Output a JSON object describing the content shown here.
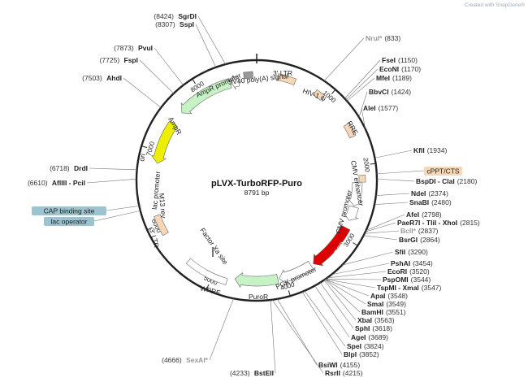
{
  "credit": "Created with SnapGene®",
  "plasmid": {
    "name": "pLVX-TurboRFP-Puro",
    "size": "8791 bp",
    "length": 8791
  },
  "ring_ticks": [
    {
      "pos": 1000,
      "label": "1000"
    },
    {
      "pos": 2000,
      "label": "2000"
    },
    {
      "pos": 3000,
      "label": "3000"
    },
    {
      "pos": 4000,
      "label": "4000"
    },
    {
      "pos": 5000,
      "label": "5000"
    },
    {
      "pos": 6000,
      "label": "6000"
    },
    {
      "pos": 7000,
      "label": "7000"
    },
    {
      "pos": 8000,
      "label": "8000"
    }
  ],
  "features": [
    {
      "name": "3' LTR",
      "start": 280,
      "end": 520,
      "color": "#f7d7b5",
      "dir": 0
    },
    {
      "name": "HIV-1 ψ",
      "start": 820,
      "end": 940,
      "color": "#f7d7b5",
      "dir": 0
    },
    {
      "name": "RRE",
      "start": 1420,
      "end": 1600,
      "color": "#f7d7b5",
      "dir": 0
    },
    {
      "name": "cPPT/CTS",
      "start": 2130,
      "end": 2220,
      "color": "#f7d7b5",
      "dir": 0
    },
    {
      "name": "CMV enhancer",
      "start": 2230,
      "end": 2560,
      "color": "#ffffff",
      "dir": 1
    },
    {
      "name": "CMV promoter",
      "start": 2570,
      "end": 2770,
      "color": "#ffffff",
      "dir": 1
    },
    {
      "name": "TurboRFP",
      "start": 2880,
      "end": 3560,
      "color": "#dd0000",
      "dir": 1
    },
    {
      "name": "PGK promoter",
      "start": 3600,
      "end": 4080,
      "color": "#ffffff",
      "dir": 1
    },
    {
      "name": "PuroR",
      "start": 4100,
      "end": 4700,
      "color": "#c6f2c6",
      "dir": 1
    },
    {
      "name": "WPRE",
      "start": 4800,
      "end": 5380,
      "color": "#ffffff",
      "dir": 0
    },
    {
      "name": "3' LTR",
      "start": 5850,
      "end": 6120,
      "color": "#f7d7b5",
      "dir": 0
    },
    {
      "name": "ori",
      "start": 6830,
      "end": 7430,
      "color": "#eeee00",
      "dir": -1
    },
    {
      "name": "AmpR",
      "start": 7620,
      "end": 8420,
      "color": "#c6f2c6",
      "dir": -1
    },
    {
      "name": "AmpR promoter",
      "start": 8440,
      "end": 8540,
      "color": "#ffffff",
      "dir": -1
    },
    {
      "name": "SV40 poly(A) signal",
      "start": 8620,
      "end": 8740,
      "color": "#999999",
      "dir": 0
    }
  ],
  "inner_labels": [
    {
      "text": "3' LTR"
    },
    {
      "text": "HIV-1 ψ"
    },
    {
      "text": "RRE"
    },
    {
      "text": "CMV enhancer"
    },
    {
      "text": "CMV promoter"
    },
    {
      "text": "TurboRFP"
    },
    {
      "text": "PGK promoter"
    },
    {
      "text": "PuroR"
    },
    {
      "text": "WPRE"
    },
    {
      "text": "3' LTR"
    },
    {
      "text": "Factor Xa site"
    },
    {
      "text": "ori"
    },
    {
      "text": "lac promoter"
    },
    {
      "text": "M13 rev"
    },
    {
      "text": "AmpR"
    },
    {
      "text": "AmpR promoter"
    },
    {
      "text": "SV40 poly(A) signal"
    }
  ],
  "side_boxes": [
    {
      "text": "CAP binding site",
      "color": "#9cc3cf"
    },
    {
      "text": "lac operator",
      "color": "#9cc3cf"
    },
    {
      "text": "cPPT/CTS",
      "color": "#f7d7b5"
    }
  ],
  "sites_right": [
    {
      "name": "NruI*",
      "pos": "(833)",
      "gray": true
    },
    {
      "name": "FseI",
      "pos": "(1150)"
    },
    {
      "name": "EcoNI",
      "pos": "(1170)"
    },
    {
      "name": "MfeI",
      "pos": "(1189)"
    },
    {
      "name": "BbvCI",
      "pos": "(1424)"
    },
    {
      "name": "AleI",
      "pos": "(1577)"
    },
    {
      "name": "KflI",
      "pos": "(1934)"
    },
    {
      "name": "BspDI - ClaI",
      "pos": "(2180)"
    },
    {
      "name": "NdeI",
      "pos": "(2374)"
    },
    {
      "name": "SnaBI",
      "pos": "(2480)"
    },
    {
      "name": "AfeI",
      "pos": "(2798)"
    },
    {
      "name": "PaeR7I - TliI - XhoI",
      "pos": "(2815)"
    },
    {
      "name": "BclI*",
      "pos": "(2837)",
      "gray": true
    },
    {
      "name": "BsrGI",
      "pos": "(2864)"
    },
    {
      "name": "SfiI",
      "pos": "(3290)"
    },
    {
      "name": "PshAI",
      "pos": "(3454)"
    },
    {
      "name": "EcoRI",
      "pos": "(3520)"
    },
    {
      "name": "PspOMI",
      "pos": "(3544)"
    },
    {
      "name": "TspMI - XmaI",
      "pos": "(3547)"
    },
    {
      "name": "ApaI",
      "pos": "(3548)"
    },
    {
      "name": "SmaI",
      "pos": "(3549)"
    },
    {
      "name": "BamHI",
      "pos": "(3551)"
    },
    {
      "name": "XbaI",
      "pos": "(3563)"
    },
    {
      "name": "SphI",
      "pos": "(3618)"
    },
    {
      "name": "AgeI",
      "pos": "(3689)"
    },
    {
      "name": "SpeI",
      "pos": "(3824)"
    },
    {
      "name": "BlpI",
      "pos": "(3852)"
    },
    {
      "name": "BsiWI",
      "pos": "(4155)"
    },
    {
      "name": "RsrII",
      "pos": "(4215)"
    }
  ],
  "sites_left": [
    {
      "name": "SgrDI",
      "pos": "(8424)"
    },
    {
      "name": "SspI",
      "pos": "(8307)"
    },
    {
      "name": "PvuI",
      "pos": "(7873)"
    },
    {
      "name": "FspI",
      "pos": "(7725)"
    },
    {
      "name": "AhdI",
      "pos": "(7503)"
    },
    {
      "name": "DrdI",
      "pos": "(6718)"
    },
    {
      "name": "AflIII - PciI",
      "pos": "(6610)"
    },
    {
      "name": "SexAI*",
      "pos": "(4666)",
      "gray": true
    },
    {
      "name": "BstEII",
      "pos": "(4233)"
    }
  ]
}
